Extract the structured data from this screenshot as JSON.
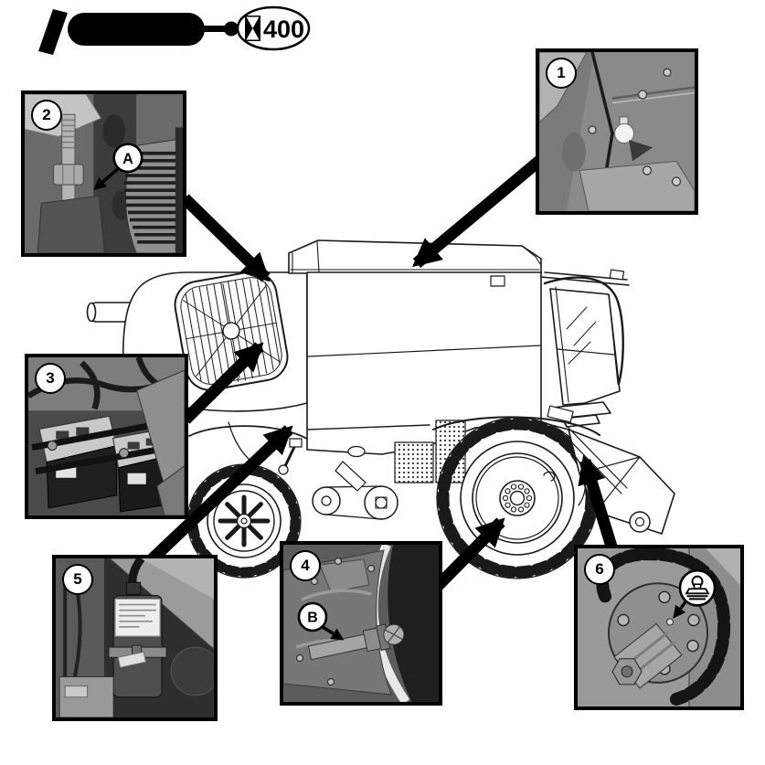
{
  "page": {
    "kind": "lubrication-maintenance-diagram",
    "subject": "combine harvester left-side line art with photo callouts"
  },
  "colors": {
    "ink": "#000000",
    "paper": "#ffffff",
    "photo_gray": "#8a8a8a"
  },
  "header": {
    "lubrication_icon": "grease-gun-icon",
    "interval_icon": "hourglass-icon",
    "interval_hours": "400"
  },
  "callouts": [
    {
      "number": "1",
      "depicts": "grease fitting inside panel compartment"
    },
    {
      "number": "2",
      "depicts": "threaded rod and ribbed belt pulley",
      "label": "A"
    },
    {
      "number": "3",
      "depicts": "battery compartment with two batteries"
    },
    {
      "number": "4",
      "depicts": "wheel final-drive hub and shaft",
      "label": "B"
    },
    {
      "number": "5",
      "depicts": "canister with label under panel"
    },
    {
      "number": "6",
      "depicts": "chain drive sprocket hub",
      "marker_icon": "grease-zerk-icon"
    }
  ]
}
